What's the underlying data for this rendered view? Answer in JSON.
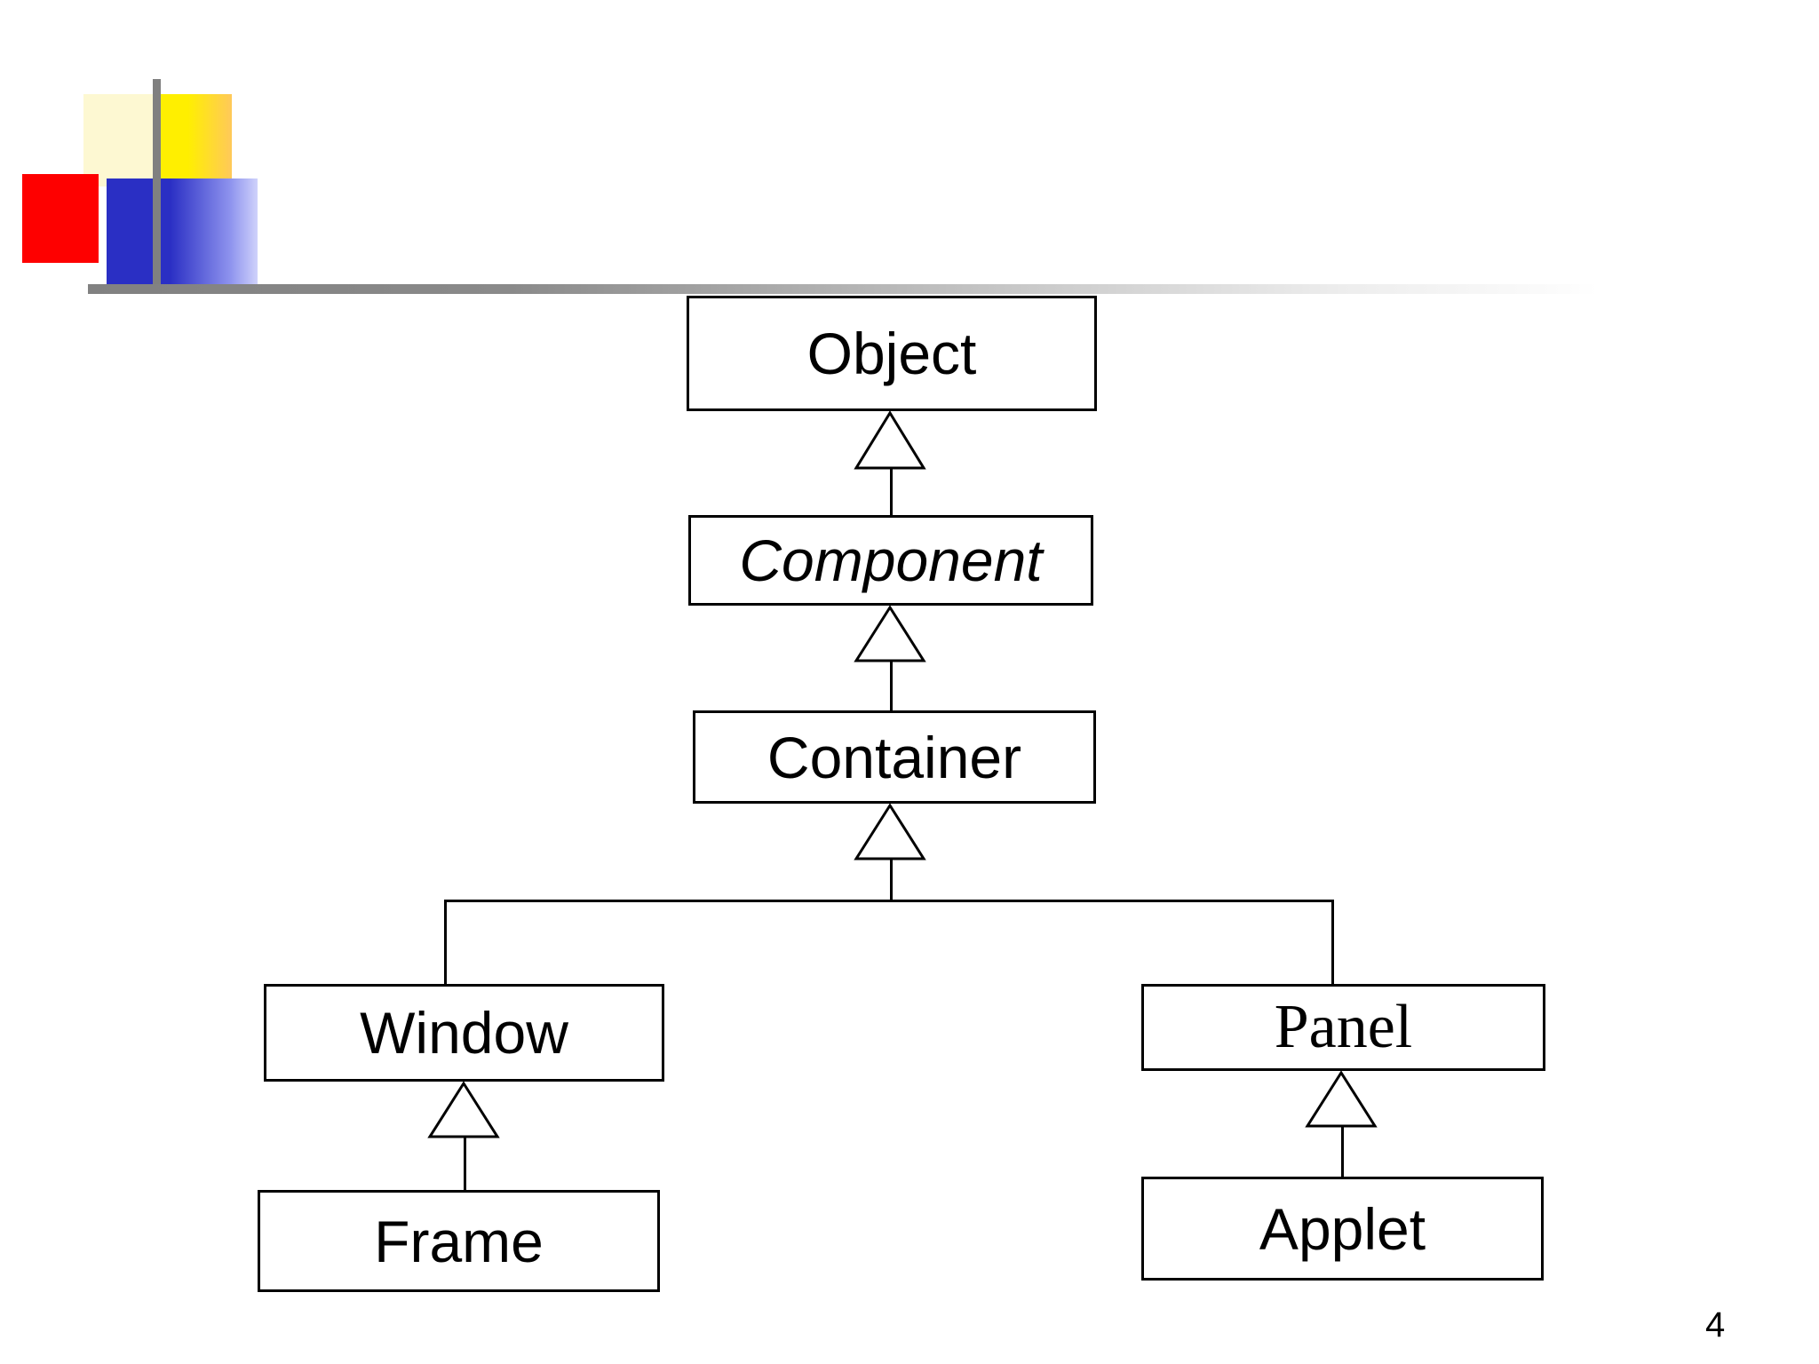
{
  "slide": {
    "page_number": "4",
    "background_color": "#ffffff"
  },
  "logo": {
    "red_color": "#fe0000",
    "cream_color": "#fdf8d2",
    "yellow_color": "#ffef00",
    "yellow_end_color": "#ffc95a",
    "blue_color": "#2a2fc4",
    "blue_end_color": "#cfd2fb",
    "rule_color": "#808080"
  },
  "diagram": {
    "type": "uml-class-hierarchy",
    "relationship": "generalization",
    "nodes": [
      {
        "id": "object",
        "label": "Object",
        "style": "normal",
        "abstract": false
      },
      {
        "id": "component",
        "label": "Component",
        "style": "italic",
        "abstract": true
      },
      {
        "id": "container",
        "label": "Container",
        "style": "normal",
        "abstract": false
      },
      {
        "id": "window",
        "label": "Window",
        "style": "normal",
        "abstract": false
      },
      {
        "id": "frame",
        "label": "Frame",
        "style": "normal",
        "abstract": false
      },
      {
        "id": "panel",
        "label": "Panel",
        "style": "serif",
        "abstract": false
      },
      {
        "id": "applet",
        "label": "Applet",
        "style": "normal",
        "abstract": false
      }
    ],
    "edges": [
      {
        "from": "component",
        "to": "object"
      },
      {
        "from": "container",
        "to": "component"
      },
      {
        "from": "window",
        "to": "container"
      },
      {
        "from": "panel",
        "to": "container"
      },
      {
        "from": "frame",
        "to": "window"
      },
      {
        "from": "applet",
        "to": "panel"
      }
    ],
    "line_color": "#000000",
    "fill_color": "#ffffff"
  }
}
